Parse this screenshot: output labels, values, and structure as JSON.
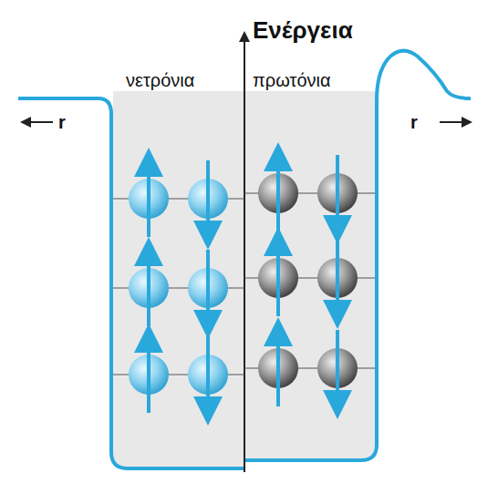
{
  "diagram": {
    "labels": [
      "Ενέργεια",
      "νετρόνια",
      "πρωτόνια",
      "r",
      "r"
    ]
  }
}
